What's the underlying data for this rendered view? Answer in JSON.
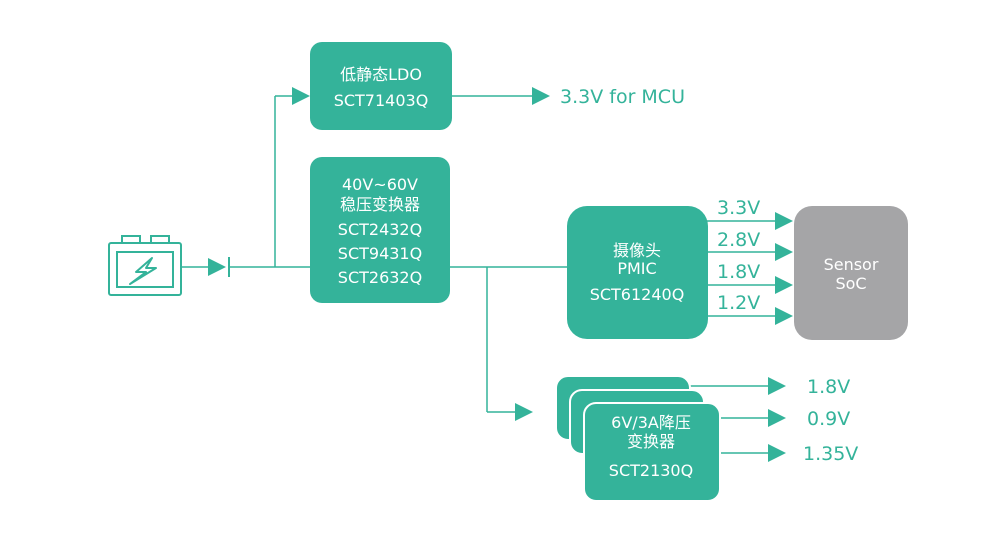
{
  "colors": {
    "teal": "#34b39a",
    "gray": "#a5a5a7",
    "white": "#ffffff"
  },
  "battery": {
    "icon": "battery-bolt-icon"
  },
  "ldo": {
    "line1": "低静态LDO",
    "line2": "SCT71403Q",
    "output": "3.3V for  MCU"
  },
  "buck": {
    "line1": "40V~60V",
    "line2": "稳压变换器",
    "line3": "SCT2432Q",
    "line4": "SCT9431Q",
    "line5": "SCT2632Q"
  },
  "pmic": {
    "line1": "摄像头",
    "line2": "PMIC",
    "line3": "SCT61240Q",
    "rails": [
      "3.3V",
      "2.8V",
      "1.8V",
      "1.2V"
    ]
  },
  "soc": {
    "line1": "Sensor",
    "line2": "SoC"
  },
  "converter": {
    "line1": "6V/3A降压",
    "line2": "变换器",
    "line3": "SCT2130Q",
    "outputs": [
      "1.8V",
      "0.9V",
      "1.35V"
    ]
  }
}
